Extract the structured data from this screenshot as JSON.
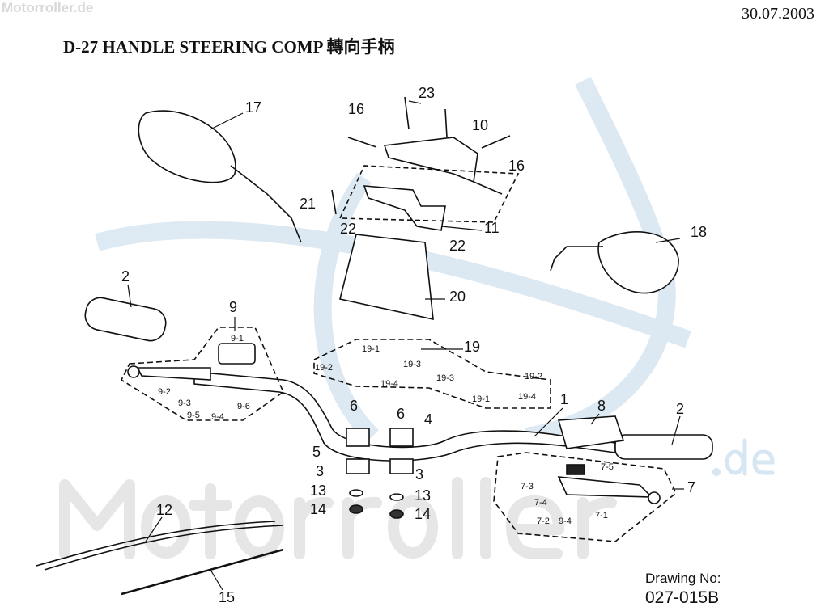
{
  "watermark": "Motorroller.de",
  "watermark_big": "Motorroller",
  "watermark_suffix": ".de",
  "date": "30.07.2003",
  "title": "D-27 HANDLE STEERING COMP 轉向手柄",
  "labels": [
    "17",
    "16",
    "23",
    "10",
    "16",
    "21",
    "11",
    "22",
    "22",
    "18",
    "2",
    "20",
    "9",
    "19",
    "1",
    "8",
    "2",
    "6",
    "6",
    "4",
    "5",
    "3",
    "3",
    "13",
    "13",
    "14",
    "14",
    "7",
    "12",
    "15"
  ],
  "sublabels": [
    "9-1",
    "19-1",
    "19-2",
    "19-3",
    "19-4",
    "19-3",
    "19-2",
    "19-1",
    "19-4",
    "9-2",
    "9-3",
    "9-5",
    "9-4",
    "9-6",
    "7-5",
    "7-3",
    "7-4",
    "7-2",
    "9-4",
    "7-1"
  ],
  "drawing_no_label": "Drawing No:",
  "drawing_no": "027-015B",
  "colors": {
    "watermark": "#cfe0ee",
    "ink": "#111111"
  }
}
